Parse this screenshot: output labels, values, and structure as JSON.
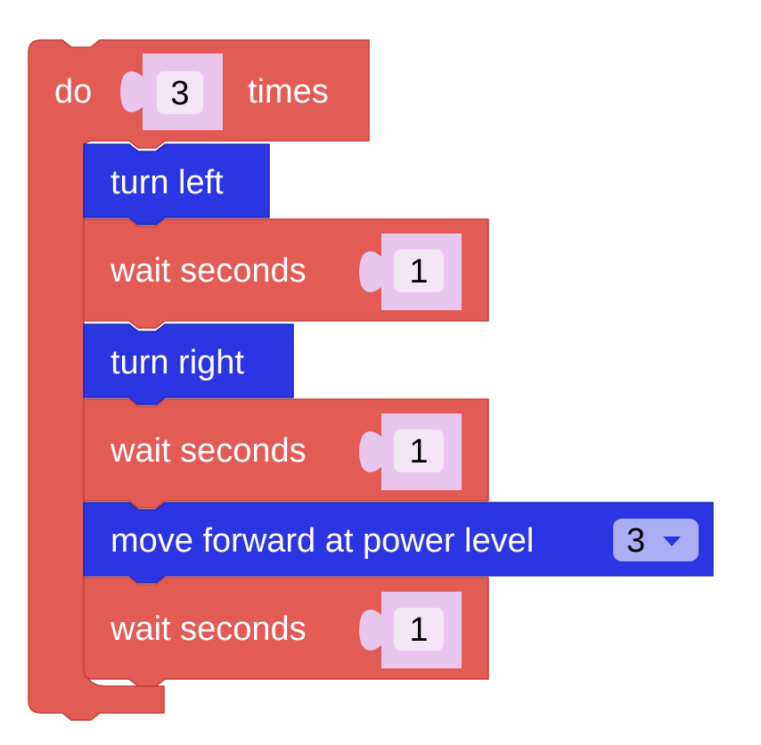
{
  "colors": {
    "loop_block": "#e25c55",
    "loop_border": "#c4403a",
    "motion_block": "#2b36e3",
    "motion_border": "#1d26b0",
    "value_socket": "#e8c6ee",
    "value_field": "#f2e6f5",
    "dropdown_bg": "#a9aef2"
  },
  "loop": {
    "keyword": "do",
    "count": "3",
    "suffix": "times"
  },
  "statements": [
    {
      "kind": "motion",
      "label": "turn left"
    },
    {
      "kind": "wait",
      "label": "wait seconds",
      "value": "1"
    },
    {
      "kind": "motion",
      "label": "turn right"
    },
    {
      "kind": "wait",
      "label": "wait seconds",
      "value": "1"
    },
    {
      "kind": "motion",
      "label": "move forward at power level",
      "dropdown_value": "3",
      "dropdown_icon": "chevron-down-icon"
    },
    {
      "kind": "wait",
      "label": "wait seconds",
      "value": "1"
    }
  ]
}
